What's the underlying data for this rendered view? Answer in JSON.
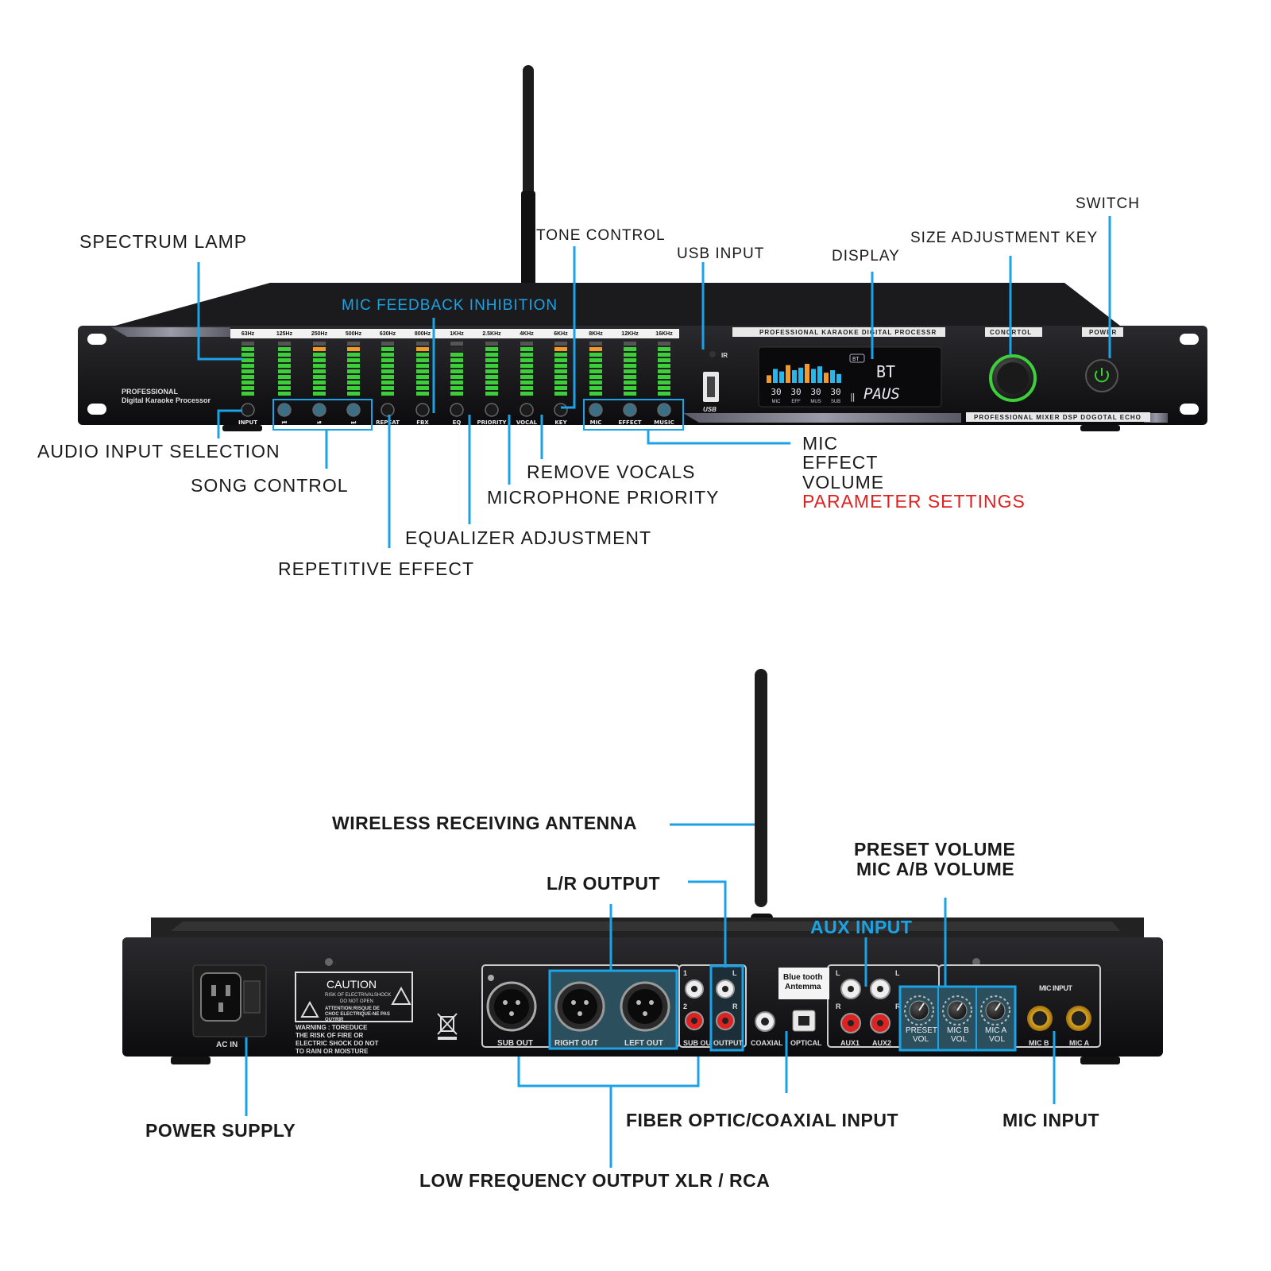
{
  "colors": {
    "leader": "#1aa3e6",
    "chassis": "#141416",
    "spectrum_green": "#3ccf3a",
    "spectrum_orange": "#f09a2a",
    "highlight_box": "#1aa3e6",
    "text_dark": "#1a1a1a",
    "text_red": "#e0201e",
    "text_blue": "#1aa3e6"
  },
  "front": {
    "labels": {
      "spectrum_lamp": "SPECTRUM LAMP",
      "tone_control": "TONE CONTROL",
      "usb_input": "USB INPUT",
      "display": "DISPLAY",
      "size_adjustment_key": "SIZE ADJUSTMENT KEY",
      "switch": "SWITCH",
      "mic_feedback_inhibition": "MIC FEEDBACK INHIBITION",
      "audio_input_selection": "AUDIO INPUT SELECTION",
      "song_control": "SONG CONTROL",
      "remove_vocals": "REMOVE VOCALS",
      "microphone_priority": "MICROPHONE PRIORITY",
      "equalizer_adjustment": "EQUALIZER ADJUSTMENT",
      "repetitive_effect": "REPETITIVE EFFECT",
      "mic": "MIC",
      "effect": "EFFECT",
      "volume": "VOLUME",
      "parameter_settings": "PARAMETER SETTINGS"
    },
    "panel": {
      "brand_line1": "PROFESSIONAL",
      "brand_line2": "Digital Karaoke Processor",
      "freq_bands": [
        "63Hz",
        "125Hz",
        "250Hz",
        "500Hz",
        "630Hz",
        "800Hz",
        "1KHz",
        "2.5KHz",
        "4KHz",
        "6KHz",
        "8KHz",
        "12KHz",
        "16KHz"
      ],
      "spectrum_levels": [
        0.9,
        0.85,
        0.95,
        0.9,
        0.85,
        0.92,
        0.8,
        0.85,
        0.85,
        0.9,
        0.95,
        0.85,
        0.88
      ],
      "spectrum_peaks": [
        false,
        false,
        true,
        true,
        false,
        true,
        false,
        false,
        false,
        true,
        true,
        false,
        false
      ],
      "buttons": [
        "INPUT",
        "⏮",
        "⏯",
        "⏭",
        "REPEAT",
        "FBX",
        "EQ",
        "PRIORITY",
        "VOCAL",
        "KEY",
        "MIC",
        "EFFECT",
        "MUSIC"
      ],
      "ir": "IR",
      "usb_tag": "USB",
      "top_strip": "PROFESSIONAL KARAOKE DIGITAL PROCESSR",
      "control_tag": "CONCRTOL",
      "power_tag": "POWER",
      "bottom_strip": "PROFESSIONAL MIXER DSP DOGOTAL ECHO",
      "display_bt_badge": "BT",
      "display_big_mode": "BT",
      "display_status": "PAUS",
      "display_values": [
        "30",
        "30",
        "30",
        "30"
      ],
      "display_value_tags": [
        "MIC",
        "EFF",
        "MUS",
        "SUB"
      ]
    }
  },
  "back": {
    "labels": {
      "wireless_antenna": "WIRELESS RECEIVING ANTENNA",
      "lr_output": "L/R OUTPUT",
      "aux_input": "AUX INPUT",
      "preset_volume": "PRESET VOLUME",
      "mic_ab_volume": "MIC A/B VOLUME",
      "power_supply": "POWER SUPPLY",
      "fiber_coaxial": "FIBER OPTIC/COAXIAL INPUT",
      "mic_input": "MIC INPUT",
      "low_freq_output": "LOW FREQUENCY OUTPUT XLR / RCA"
    },
    "panel": {
      "ac_in": "AC IN",
      "caution_title": "CAUTION",
      "caution_l1": "RISK OF ELECTRIVALSHOCK",
      "caution_l2": "DO NOT OPEN",
      "caution_l3": "ATTENTION:RISQUE DE",
      "caution_l4": "CHOC ELECTRIQUE-NE PAS",
      "caution_l5": "OUYRIR",
      "warning_l1": "WARNING  : TOREDUCE",
      "warning_l2": "THE RISK OF FIRE OR",
      "warning_l3": "ELECTRIC SHOCK DO NOT",
      "warning_l4": "TO RAIN OR MOISTURE",
      "sub_out": "SUB OUT",
      "right_out": "RIGHT OUT",
      "left_out": "LEFT OUT",
      "sub_out_output": "SUB OUT",
      "output": "OUTPUT",
      "coaxial": "COAXIAL",
      "optical": "OPTICAL",
      "aux1": "AUX1",
      "aux2": "AUX2",
      "bt_ant_l1": "Blue tooth",
      "bt_ant_l2": "Antemma",
      "preset_vol_l1": "PRESET",
      "preset_vol_l2": "VOL",
      "micb_vol_l1": "MIC B",
      "micb_vol_l2": "VOL",
      "mica_vol_l1": "MIC A",
      "mica_vol_l2": "VOL",
      "mic_input_tag": "MIC INPUT",
      "mic_b": "MIC B",
      "mic_a": "MIC A",
      "l": "L",
      "r": "R",
      "one": "1",
      "two": "2"
    }
  }
}
